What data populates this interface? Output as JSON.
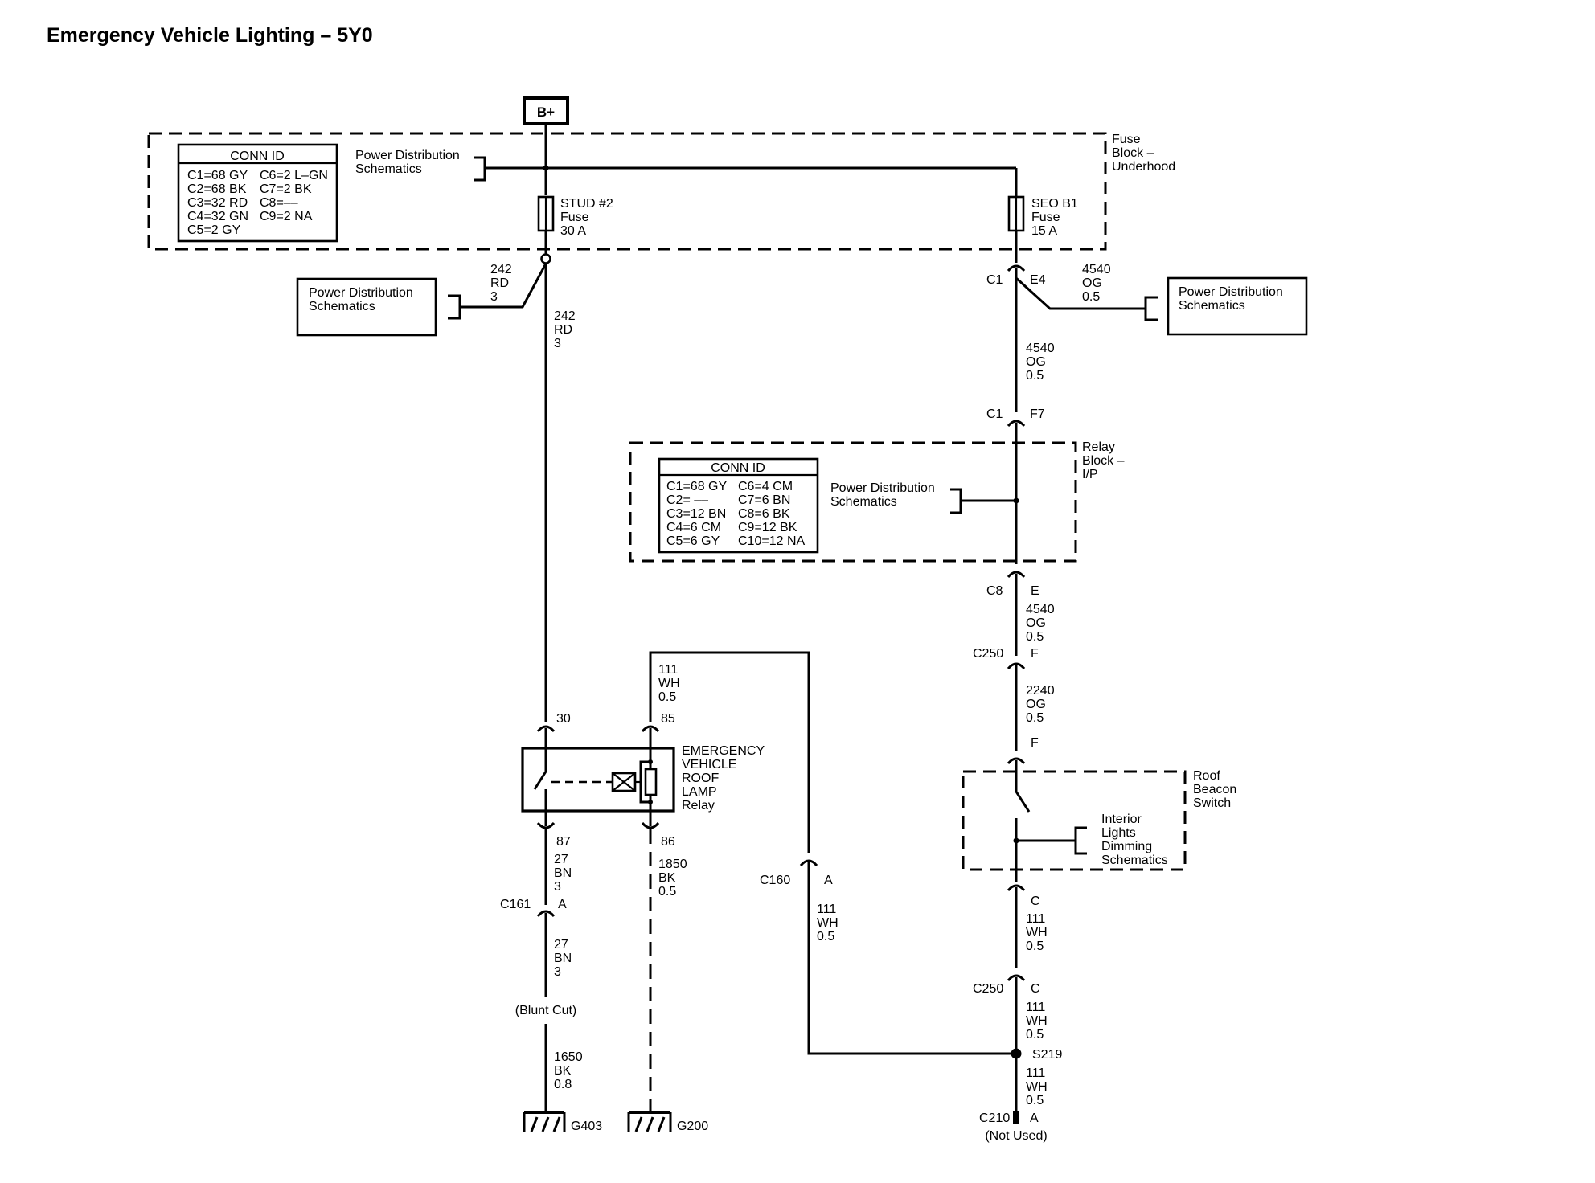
{
  "title": "Emergency Vehicle Lighting – 5Y0",
  "power_source": "B+",
  "fuse_block": {
    "name_lines": [
      "Fuse",
      "Block –",
      "Underhood"
    ],
    "conn_id_header": "CONN ID",
    "conn_id_rows": [
      [
        "C1=68 GY",
        "C6=2 L–GN"
      ],
      [
        "C2=68 BK",
        "C7=2 BK"
      ],
      [
        "C3=32 RD",
        "C8=––"
      ],
      [
        "C4=32 GN",
        "C9=2 NA"
      ],
      [
        "C5=2 GY",
        ""
      ]
    ],
    "power_dist_lines": [
      "Power Distribution",
      "Schematics"
    ],
    "fuse_stud2": [
      "STUD #2",
      "Fuse",
      "30 A"
    ],
    "fuse_seo_b1": [
      "SEO B1",
      "Fuse",
      "15 A"
    ]
  },
  "left_circuit": {
    "power_dist_lines": [
      "Power Distribution",
      "Schematics"
    ],
    "branch_wire": [
      "242",
      "RD",
      "3"
    ],
    "main_wire": [
      "242",
      "RD",
      "3"
    ]
  },
  "right_circuit": {
    "c1_label": "C1",
    "e4_label": "E4",
    "branch_wire": [
      "4540",
      "OG",
      "0.5"
    ],
    "power_dist_lines": [
      "Power Distribution",
      "Schematics"
    ],
    "wire_4540": [
      "4540",
      "OG",
      "0.5"
    ],
    "c1_f7_left": "C1",
    "c1_f7_right": "F7"
  },
  "relay_block": {
    "name_lines": [
      "Relay",
      "Block –",
      "I/P"
    ],
    "conn_id_header": "CONN ID",
    "conn_id_rows": [
      [
        "C1=68 GY",
        "C6=4 CM"
      ],
      [
        "C2= ––",
        "C7=6 BN"
      ],
      [
        "C3=12 BN",
        "C8=6 BK"
      ],
      [
        "C4=6 CM",
        "C9=12 BK"
      ],
      [
        "C5=6 GY",
        "C10=12 NA"
      ]
    ],
    "power_dist_lines": [
      "Power Distribution",
      "Schematics"
    ],
    "c8_label": "C8",
    "e_label": "E",
    "wire_after": [
      "4540",
      "OG",
      "0.5"
    ],
    "c250_label": "C250",
    "f_label": "F",
    "wire_2240": [
      "2240",
      "OG",
      "0.5"
    ],
    "f_label2": "F"
  },
  "relay": {
    "pin30": "30",
    "pin85": "85",
    "pin87": "87",
    "pin86": "86",
    "name_lines": [
      "EMERGENCY",
      "VEHICLE",
      "ROOF",
      "LAMP",
      "Relay"
    ],
    "wire_111_top": [
      "111",
      "WH",
      "0.5"
    ],
    "wire_27_a": [
      "27",
      "BN",
      "3"
    ],
    "c161_label": "C161",
    "c161_pin": "A",
    "wire_27_b": [
      "27",
      "BN",
      "3"
    ],
    "blunt_cut": "(Blunt Cut)",
    "wire_1650": [
      "1650",
      "BK",
      "0.8"
    ],
    "g403": "G403",
    "wire_1850": [
      "1850",
      "BK",
      "0.5"
    ],
    "g200": "G200",
    "c160_label": "C160",
    "c160_pin": "A",
    "wire_111_c160": [
      "111",
      "WH",
      "0.5"
    ]
  },
  "roof_beacon_switch": {
    "name_lines": [
      "Roof",
      "Beacon",
      "Switch"
    ],
    "interior_lines": [
      "Interior",
      "Lights",
      "Dimming",
      "Schematics"
    ],
    "c_label": "C",
    "wire_111_a": [
      "111",
      "WH",
      "0.5"
    ],
    "c250_label": "C250",
    "c_label2": "C",
    "wire_111_b": [
      "111",
      "WH",
      "0.5"
    ],
    "s219": "S219",
    "wire_111_c": [
      "111",
      "WH",
      "0.5"
    ],
    "c210_label": "C210",
    "c210_pin": "A",
    "not_used": "(Not Used)"
  }
}
